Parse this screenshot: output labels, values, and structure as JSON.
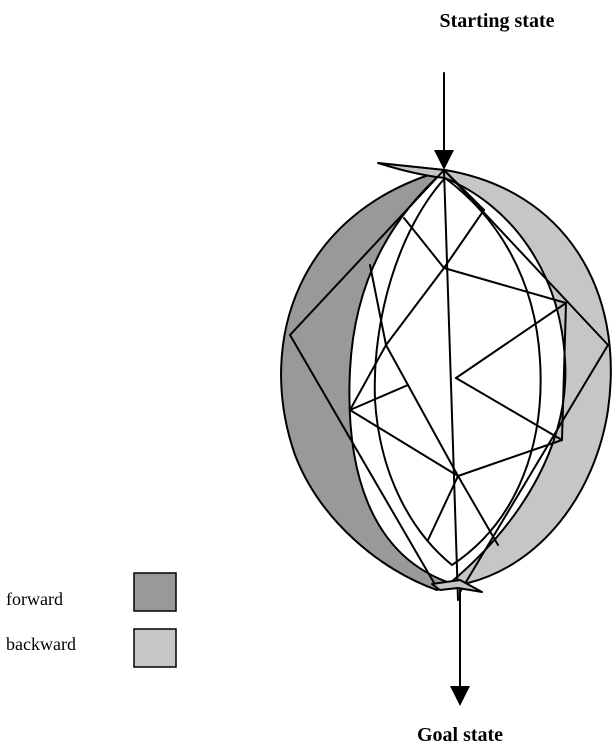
{
  "labels": {
    "start": "Starting  state",
    "goal": "Goal state"
  },
  "legend": [
    {
      "label": "forward",
      "color": "#999999"
    },
    {
      "label": "backward",
      "color": "#c6c6c6"
    }
  ],
  "colors": {
    "forward": "#999999",
    "backward": "#c6c6c6",
    "inner": "#ffffff",
    "stroke": "#000000"
  }
}
